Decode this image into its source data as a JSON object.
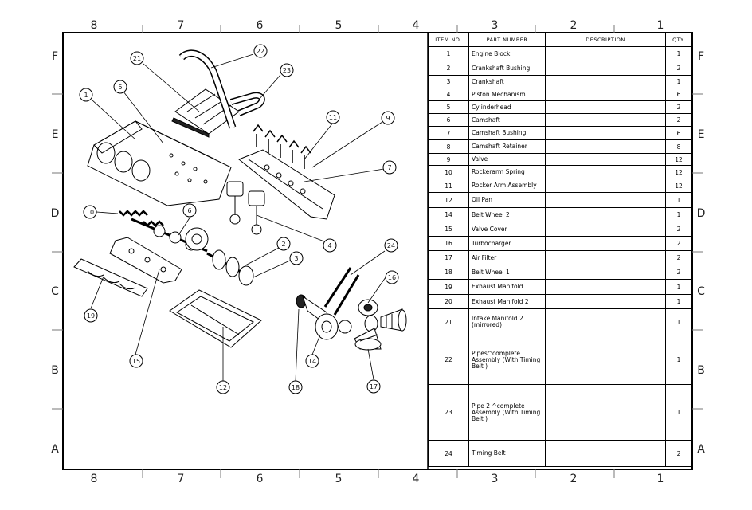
{
  "sheet": {
    "columns": [
      "8",
      "7",
      "6",
      "5",
      "4",
      "3",
      "2",
      "1"
    ],
    "rows": [
      "F",
      "E",
      "D",
      "C",
      "B",
      "A"
    ]
  },
  "callouts": [
    "1",
    "2",
    "3",
    "4",
    "5",
    "6",
    "7",
    "9",
    "10",
    "11",
    "12",
    "14",
    "15",
    "16",
    "17",
    "18",
    "19",
    "21",
    "22",
    "23",
    "24"
  ],
  "bom": {
    "headers": {
      "item": "ITEM NO.",
      "part": "PART NUMBER",
      "desc": "DESCRIPTION",
      "qty": "QTY."
    },
    "rows": [
      {
        "item": "1",
        "part": "Engine Block",
        "desc": "",
        "qty": "1"
      },
      {
        "item": "2",
        "part": "Crankshaft Bushing",
        "desc": "",
        "qty": "2"
      },
      {
        "item": "3",
        "part": "Crankshaft",
        "desc": "",
        "qty": "1"
      },
      {
        "item": "4",
        "part": "Piston Mechanism",
        "desc": "",
        "qty": "6"
      },
      {
        "item": "5",
        "part": "Cylinderhead",
        "desc": "",
        "qty": "2"
      },
      {
        "item": "6",
        "part": "Camshaft",
        "desc": "",
        "qty": "2"
      },
      {
        "item": "7",
        "part": "Camshaft Bushing",
        "desc": "",
        "qty": "6"
      },
      {
        "item": "8",
        "part": "Camshaft Retainer",
        "desc": "",
        "qty": "8"
      },
      {
        "item": "9",
        "part": "Valve",
        "desc": "",
        "qty": "12"
      },
      {
        "item": "10",
        "part": "Rockerarm Spring",
        "desc": "",
        "qty": "12"
      },
      {
        "item": "11",
        "part": "Rocker Arm Assembly",
        "desc": "",
        "qty": "12"
      },
      {
        "item": "12",
        "part": "Oil Pan",
        "desc": "",
        "qty": "1"
      },
      {
        "item": "14",
        "part": "Belt Wheel 2",
        "desc": "",
        "qty": "1"
      },
      {
        "item": "15",
        "part": "Valve Cover",
        "desc": "",
        "qty": "2"
      },
      {
        "item": "16",
        "part": "Turbocharger",
        "desc": "",
        "qty": "2"
      },
      {
        "item": "17",
        "part": "Air Filter",
        "desc": "",
        "qty": "2"
      },
      {
        "item": "18",
        "part": "Belt Wheel 1",
        "desc": "",
        "qty": "2"
      },
      {
        "item": "19",
        "part": "Exhaust Manifold",
        "desc": "",
        "qty": "1"
      },
      {
        "item": "20",
        "part": "Exhaust Manifold 2",
        "desc": "",
        "qty": "1"
      },
      {
        "item": "21",
        "part": "Intake Manifold 2 (mirrored)",
        "desc": "",
        "qty": "1"
      },
      {
        "item": "22",
        "part": "Pipes^complete Assembly (With Timing Belt )",
        "desc": "",
        "qty": "1"
      },
      {
        "item": "23",
        "part": "Pipe 2 ^complete Assembly (With Timing Belt )",
        "desc": "",
        "qty": "1"
      },
      {
        "item": "24",
        "part": "Timing Belt",
        "desc": "",
        "qty": "2"
      }
    ]
  }
}
